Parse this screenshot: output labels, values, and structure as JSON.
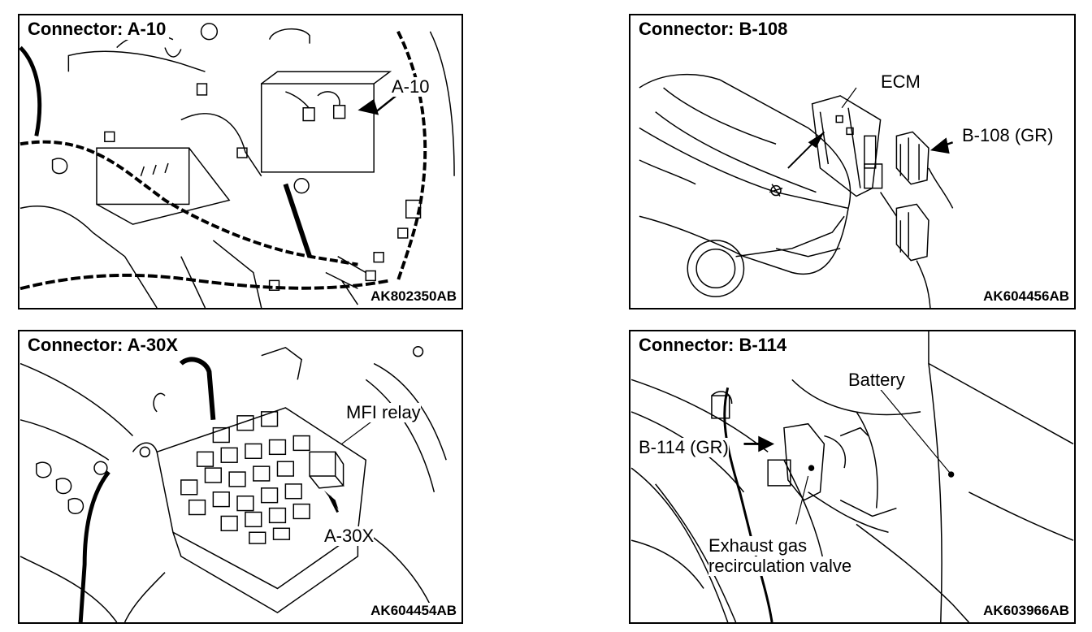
{
  "panels": [
    {
      "title": "Connector: A-10",
      "code": "AK802350AB",
      "labels": [
        "A-10"
      ]
    },
    {
      "title": "Connector: B-108",
      "code": "AK604456AB",
      "labels": [
        "ECM",
        "B-108 (GR)"
      ]
    },
    {
      "title": "Connector: A-30X",
      "code": "AK604454AB",
      "labels": [
        "MFI relay",
        "A-30X"
      ]
    },
    {
      "title": "Connector: B-114",
      "code": "AK603966AB",
      "labels": [
        "Battery",
        "B-114 (GR)",
        "Exhaust gas",
        "recirculation valve"
      ]
    }
  ]
}
